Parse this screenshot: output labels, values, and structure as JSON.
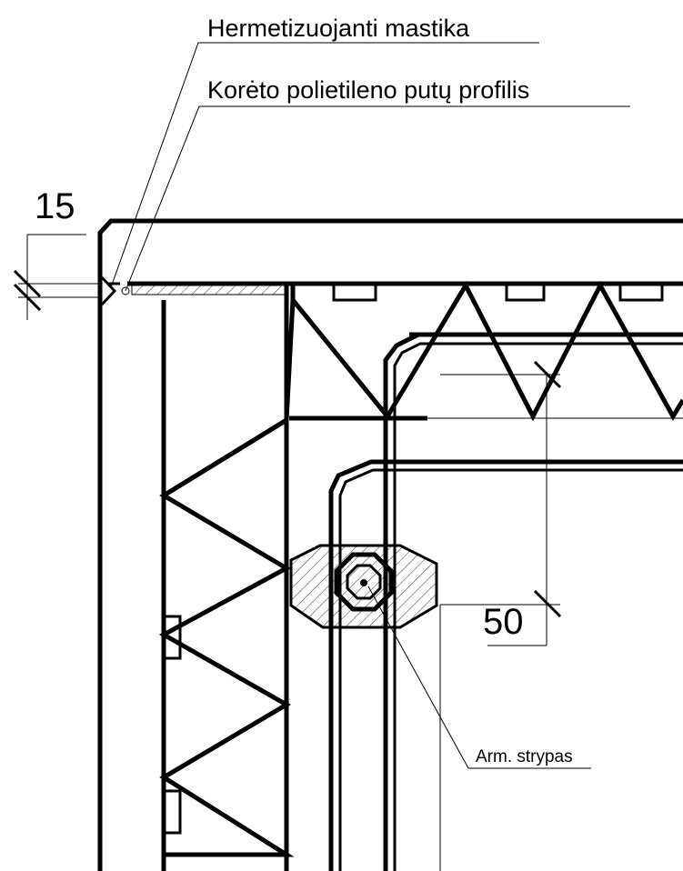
{
  "labels": {
    "sealant": "Hermetizuojanti mastika",
    "foam_profile": "Korėto polietileno putų profilis",
    "rebar": "Arm. strypas"
  },
  "dimensions": {
    "joint_gap": "15",
    "rebar_offset": "50"
  }
}
